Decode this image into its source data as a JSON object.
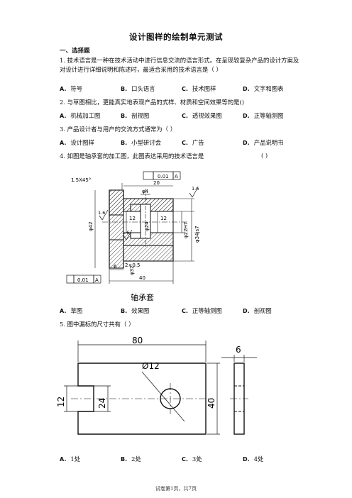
{
  "title": "设计图样的绘制单元测试",
  "section": "一、选择题",
  "questions": [
    {
      "number": "1.",
      "text": "技术语言是一种在技术活动中进行信息交流的语言形式。在呈现较复杂产品的设计方案及对设计进行详细说明和陈述时，最适合采用的技术语言是（    ）",
      "options": [
        {
          "letter": "A.",
          "text": "符号"
        },
        {
          "letter": "B.",
          "text": "口头语言"
        },
        {
          "letter": "C.",
          "text": "技术图样"
        },
        {
          "letter": "D.",
          "text": "文字和图表"
        }
      ]
    },
    {
      "number": "2.",
      "text": "与草图相比，更能真实地表现产品的式样、材质和空间效果等的是()",
      "options": [
        {
          "letter": "A.",
          "text": "机械加工图"
        },
        {
          "letter": "B.",
          "text": "剖视图"
        },
        {
          "letter": "C.",
          "text": "透视效果图"
        },
        {
          "letter": "D.",
          "text": "正等轴测图"
        }
      ]
    },
    {
      "number": "3.",
      "text": "产品设计者与用户的交流方式通常为（    ）",
      "options": [
        {
          "letter": "A.",
          "text": "设计图样"
        },
        {
          "letter": "B.",
          "text": "小型研讨会"
        },
        {
          "letter": "C.",
          "text": "广告"
        },
        {
          "letter": "D.",
          "text": "产品说明书"
        }
      ]
    },
    {
      "number": "4.",
      "text": "如图是轴承套的加工图，此图表达采用的技术语言是",
      "paren": "(    )",
      "options": [
        {
          "letter": "A.",
          "text": "草图"
        },
        {
          "letter": "B.",
          "text": "效果图"
        },
        {
          "letter": "C.",
          "text": "正等轴测图"
        },
        {
          "letter": "D.",
          "text": "剖视图"
        }
      ]
    },
    {
      "number": "5.",
      "text": "图中漏标的尺寸共有（    ）",
      "options": [
        {
          "letter": "A.",
          "text": "1处"
        },
        {
          "letter": "B.",
          "text": "2处"
        },
        {
          "letter": "C.",
          "text": "3处"
        },
        {
          "letter": "D.",
          "text": "4处"
        }
      ]
    }
  ],
  "figure1": {
    "caption": "轴承套",
    "dims": {
      "chamfer": "1.5X45°",
      "tol_box": "0.01",
      "tol_ref": "A",
      "d20": "20",
      "d4": "φ4",
      "rough_top": "1.6",
      "rough_left": "1.6",
      "rough_mid": "1.6",
      "d42": "φ42",
      "d12a": "12",
      "d12b": "12",
      "d24": "φ24",
      "d22": "φ22H7",
      "d34": "φ34js7",
      "d6": "6",
      "groove": "2×0.5",
      "d32": "φ32",
      "d40": "40",
      "datum_box": "0.01",
      "datum_ref": "A"
    }
  },
  "figure2": {
    "dims": {
      "width": "80",
      "hole": "Ø12",
      "thick": "6",
      "slot": "12",
      "slot_depth": "24",
      "height": "40"
    }
  },
  "footer": "试卷第1页，共7页"
}
